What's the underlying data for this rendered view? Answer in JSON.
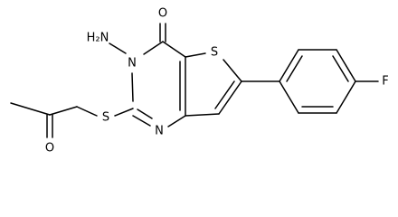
{
  "molecule": {
    "atom_labels": {
      "carbonyl_oxygen_top": "O",
      "ketone_oxygen": "O",
      "amino_group": "H₂N",
      "ring_nitrogen_3": "N",
      "ring_nitrogen_1": "N",
      "thioether_sulfur": "S",
      "thiophene_sulfur": "S",
      "fluorine": "F"
    }
  }
}
